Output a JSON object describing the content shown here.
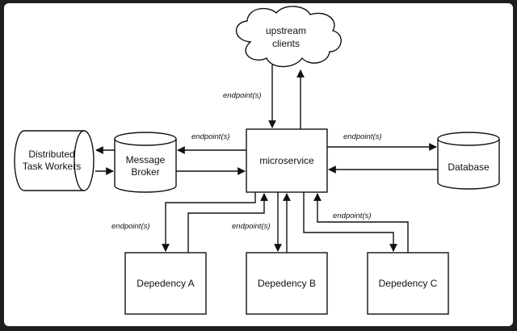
{
  "nodes": {
    "upstream_line1": "upstream",
    "upstream_line2": "clients",
    "microservice": "microservice",
    "broker_line1": "Message",
    "broker_line2": "Broker",
    "workers_line1": "Distributed",
    "workers_line2": "Task Workers",
    "database": "Database",
    "dep_a": "Depedency A",
    "dep_b": "Depedency B",
    "dep_c": "Depedency C"
  },
  "edge_labels": {
    "upstream": "endpoint(s)",
    "broker": "endpoint(s)",
    "database": "endpoint(s)",
    "dep_a": "endpoint(s)",
    "dep_b": "endpoint(s)",
    "dep_c": "endpoint(s)"
  }
}
